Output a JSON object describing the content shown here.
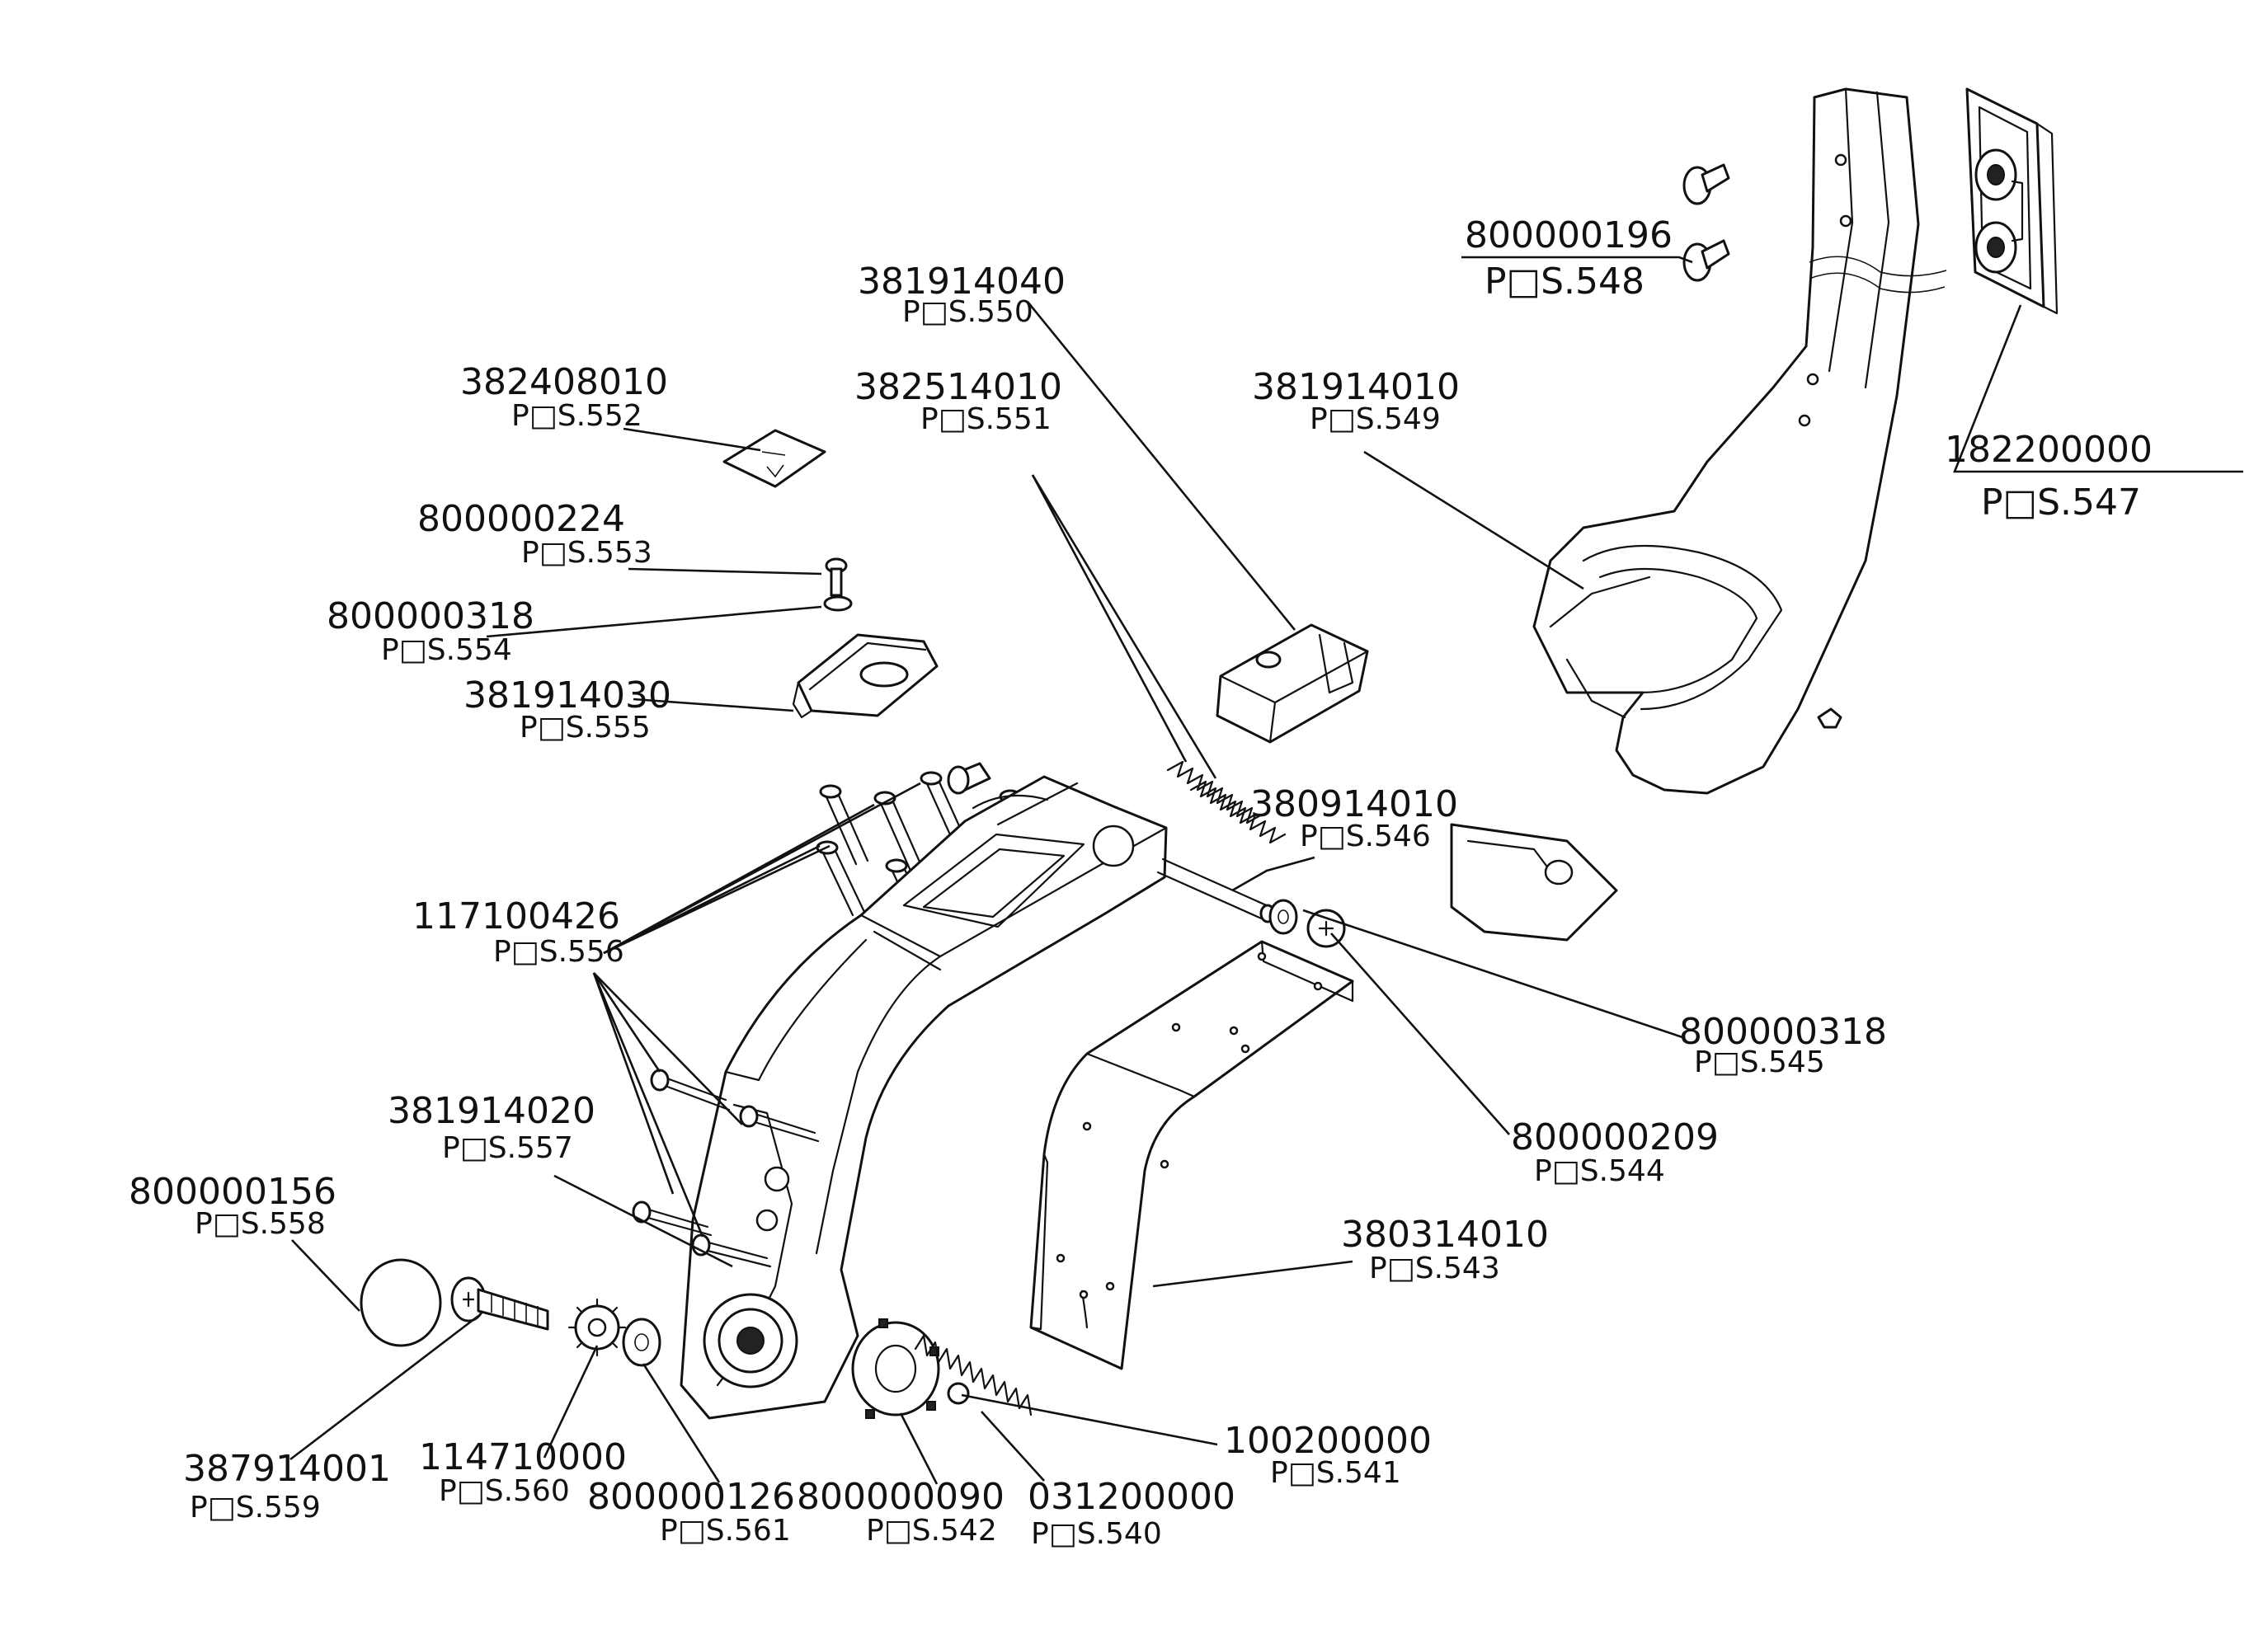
{
  "callouts": [
    {
      "id": "c547",
      "part": "182200000",
      "pos": "P□S.547"
    },
    {
      "id": "c548",
      "part": "800000196",
      "pos": "P□S.548"
    },
    {
      "id": "c549",
      "part": "381914010",
      "pos": "P□S.549"
    },
    {
      "id": "c550",
      "part": "381914040",
      "pos": "P□S.550"
    },
    {
      "id": "c551",
      "part": "382514010",
      "pos": "P□S.551"
    },
    {
      "id": "c552",
      "part": "382408010",
      "pos": "P□S.552"
    },
    {
      "id": "c553",
      "part": "800000224",
      "pos": "P□S.553"
    },
    {
      "id": "c554",
      "part": "800000318",
      "pos": "P□S.554"
    },
    {
      "id": "c555",
      "part": "381914030",
      "pos": "P□S.555"
    },
    {
      "id": "c546",
      "part": "380914010",
      "pos": "P□S.546"
    },
    {
      "id": "c556",
      "part": "117100426",
      "pos": "P□S.556"
    },
    {
      "id": "c545",
      "part": "800000318",
      "pos": "P□S.545"
    },
    {
      "id": "c544",
      "part": "800000209",
      "pos": "P□S.544"
    },
    {
      "id": "c557",
      "part": "381914020",
      "pos": "P□S.557"
    },
    {
      "id": "c558",
      "part": "800000156",
      "pos": "P□S.558"
    },
    {
      "id": "c543",
      "part": "380314010",
      "pos": "P□S.543"
    },
    {
      "id": "c541",
      "part": "100200000",
      "pos": "P□S.541"
    },
    {
      "id": "c559",
      "part": "387914001",
      "pos": "P□S.559"
    },
    {
      "id": "c560",
      "part": "114710000",
      "pos": "P□S.560"
    },
    {
      "id": "c561",
      "part": "800000126",
      "pos": "P□S.561"
    },
    {
      "id": "c542",
      "part": "800000090",
      "pos": "P□S.542"
    },
    {
      "id": "c540",
      "part": "031200000",
      "pos": "P□S.540"
    }
  ]
}
